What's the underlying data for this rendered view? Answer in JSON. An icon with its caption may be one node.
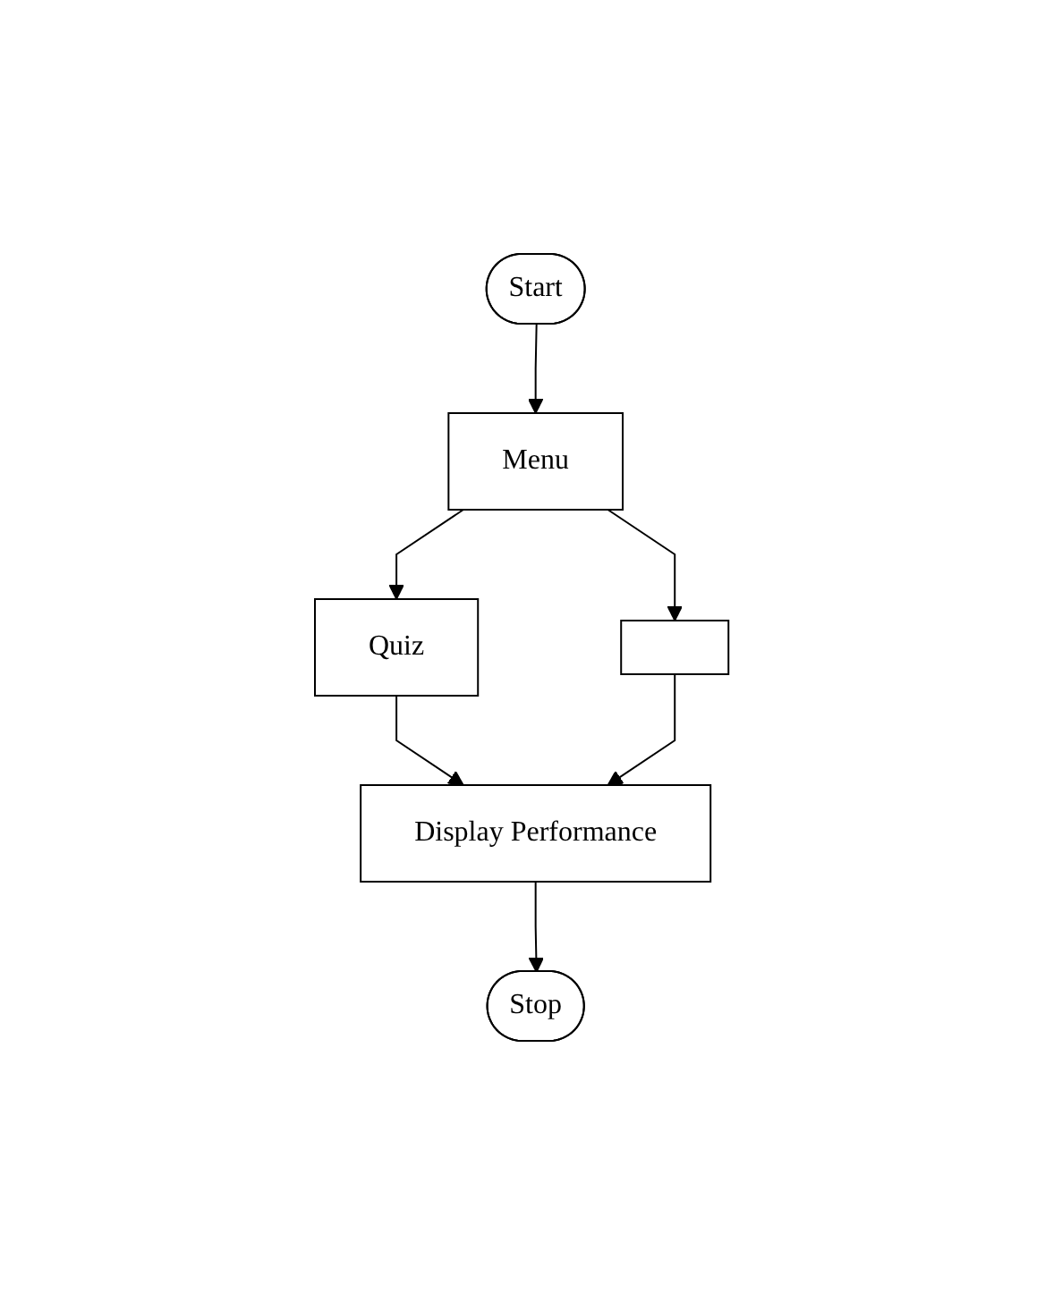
{
  "diagram": {
    "nodes": [
      {
        "text": [
          "Start"
        ]
      },
      {
        "text": [
          "Menu"
        ]
      },
      {
        "text": [
          "Quiz"
        ]
      },
      {
        "text": [],
        "shape": "box"
      },
      {
        "text": [
          "Display Performance"
        ]
      },
      {
        "text": [
          "Stop"
        ]
      }
    ],
    "edges": [
      {
        "from": 0,
        "to": 1,
        "arrow": "to"
      },
      {
        "from": 1,
        "to": 2,
        "arrow": "to"
      },
      {
        "from": 1,
        "to": 3,
        "arrow": "to"
      },
      {
        "from": 2,
        "to": 4,
        "arrow": "to"
      },
      {
        "from": 3,
        "to": 4,
        "arrow": "to"
      },
      {
        "from": 4,
        "to": 5,
        "arrow": "to"
      }
    ]
  }
}
